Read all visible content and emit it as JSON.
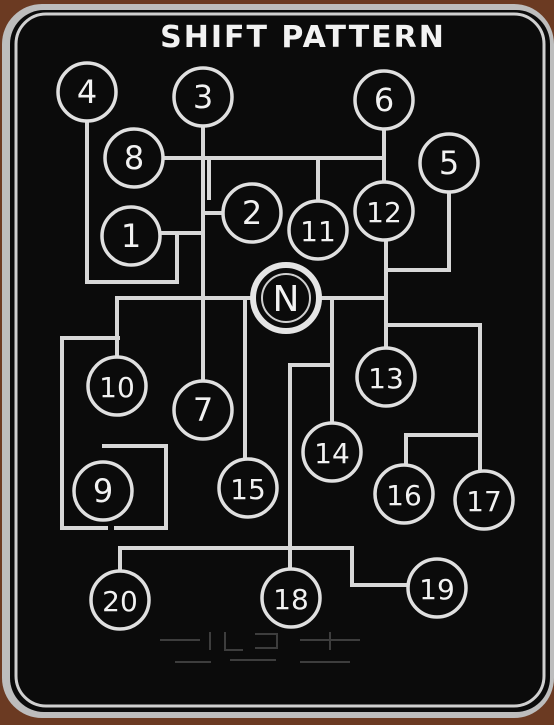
{
  "title": "SHIFT PATTERN",
  "colors": {
    "background": "#0b0b0b",
    "plate": "#c9c9c9",
    "line": "#d8d8d8",
    "text": "#f2f2f2",
    "surround": "#6b3a22"
  },
  "neutral": {
    "label": "N"
  },
  "gears": [
    {
      "id": "g4",
      "label": "4"
    },
    {
      "id": "g3",
      "label": "3"
    },
    {
      "id": "g6",
      "label": "6"
    },
    {
      "id": "g8",
      "label": "8"
    },
    {
      "id": "g5",
      "label": "5"
    },
    {
      "id": "g2",
      "label": "2"
    },
    {
      "id": "g12",
      "label": "12"
    },
    {
      "id": "g1",
      "label": "1"
    },
    {
      "id": "g11",
      "label": "11"
    },
    {
      "id": "g10",
      "label": "10"
    },
    {
      "id": "g7",
      "label": "7"
    },
    {
      "id": "g13",
      "label": "13"
    },
    {
      "id": "g14",
      "label": "14"
    },
    {
      "id": "g9",
      "label": "9"
    },
    {
      "id": "g15",
      "label": "15"
    },
    {
      "id": "g16",
      "label": "16"
    },
    {
      "id": "g17",
      "label": "17"
    },
    {
      "id": "g20",
      "label": "20"
    },
    {
      "id": "g18",
      "label": "18"
    },
    {
      "id": "g19",
      "label": "19"
    }
  ]
}
